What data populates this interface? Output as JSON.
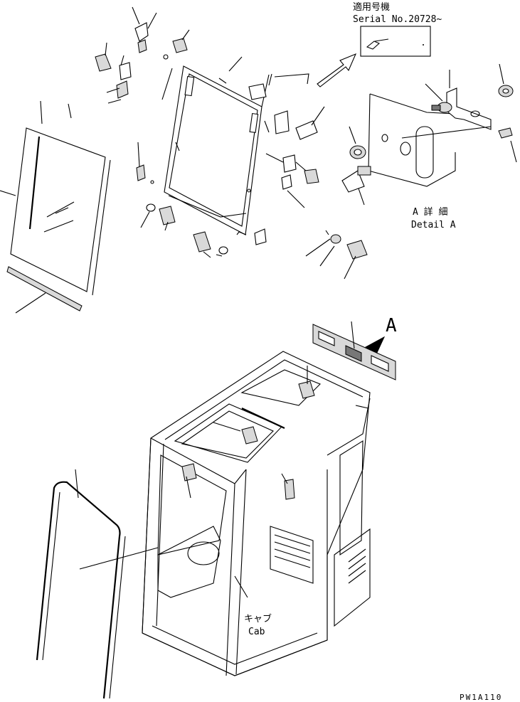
{
  "serial": {
    "applicable_models": "適用号機",
    "serial_no": "Serial No.20728~"
  },
  "detail": {
    "title_jp": "A 詳 細",
    "title_en": "Detail A"
  },
  "callout": {
    "letter": "A"
  },
  "cab": {
    "label_jp": "キャブ",
    "label_en": "Cab"
  },
  "drawing_code": "PW1A110"
}
